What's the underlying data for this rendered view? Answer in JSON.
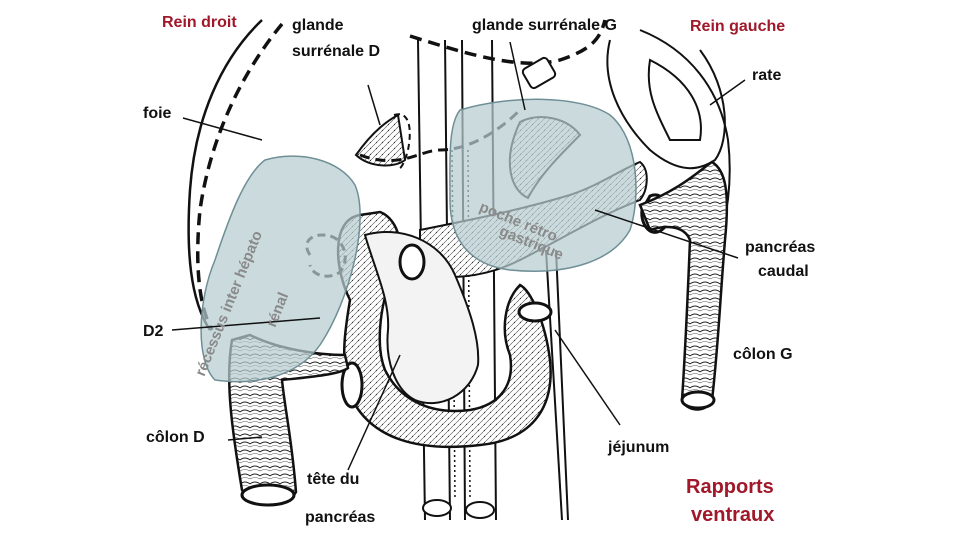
{
  "labels": {
    "rein_droit": "Rein droit",
    "glande_surrenale_d_line1": "glande",
    "glande_surrenale_d_line2": "surrénale D",
    "glande_surrenale_g": "glande surrénale G",
    "rein_gauche": "Rein gauche",
    "rate": "rate",
    "foie": "foie",
    "pancreas_caudal_line1": "pancréas",
    "pancreas_caudal_line2": "caudal",
    "d2": "D2",
    "colon_g": "côlon G",
    "colon_d": "côlon D",
    "jejunum": "jéjunum",
    "tete_du": "tête du",
    "pancreas": "pancréas",
    "rapports_line1": "Rapports",
    "rapports_line2": "ventraux"
  },
  "region_labels": {
    "recessus": "récessus inter hépato",
    "renal": "rénal",
    "poche_line1": "poche rétro",
    "poche_line2": "gastrique"
  },
  "colors": {
    "label": "#111111",
    "title_red": "#a0182a",
    "region_fill": "#b7cdd0",
    "region_stroke": "#6f8f96",
    "region_text": "#8a8a8a",
    "ink": "#111111"
  }
}
